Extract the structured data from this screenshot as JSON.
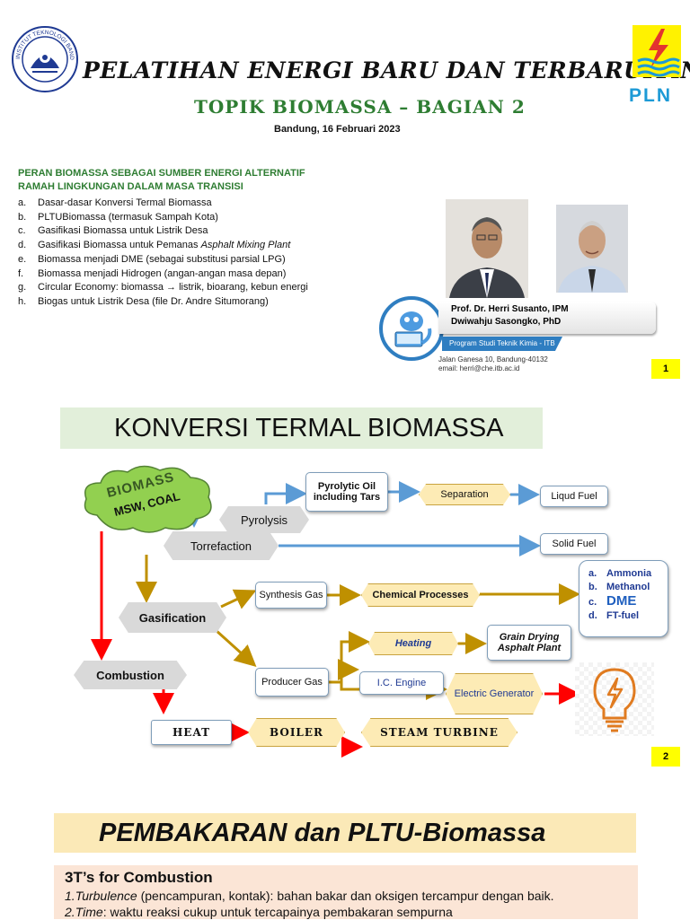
{
  "slide1": {
    "logo_left": {
      "icon": "itb-seal-icon",
      "ring_text": "INSTITUT TEKNOLOGI BANDUNG · 1920"
    },
    "title": "PELATIHAN ENERGI BARU DAN TERBARUKAN",
    "subtitle": "TOPIK BIOMASSA – BAGIAN 2",
    "date": "Bandung, 16 Februari 2023",
    "logo_right": {
      "icon": "pln-logo-icon",
      "text": "PLN"
    },
    "intro_heading": [
      "PERAN BIOMASSA SEBAGAI SUMBER ENERGI ALTERNATIF",
      "RAMAH LINGKUNGAN DALAM MASA TRANSISI"
    ],
    "topics": [
      {
        "letter": "a.",
        "text": "Dasar-dasar Konversi Termal Biomassa"
      },
      {
        "letter": "b.",
        "text": "PLTUBiomassa (termasuk Sampah Kota)"
      },
      {
        "letter": "c.",
        "text": "Gasifikasi Biomassa untuk Listrik Desa"
      },
      {
        "letter": "d.",
        "text": "Gasifikasi Biomassa untuk Pemanas ",
        "italic": "Asphalt Mixing Plant"
      },
      {
        "letter": "e.",
        "text": "Biomassa menjadi DME (sebagai substitusi parsial LPG)"
      },
      {
        "letter": "f.",
        "text": "Biomassa menjadi Hidrogen (angan-angan masa depan)"
      },
      {
        "letter": "g.",
        "text": "Circular Economy: biomassa → listrik, bioarang, kebun energi"
      },
      {
        "letter": "h.",
        "text": "Biogas untuk Listrik Desa (file Dr. Andre Situmorang)"
      }
    ],
    "presenters": [
      "Prof. Dr. Herri Susanto, IPM",
      "Dwiwahju Sasongko, PhD"
    ],
    "program": "Program Studi Teknik Kimia - ITB",
    "address": "Jalan Ganesa 10, Bandung-40132",
    "email": "email: herri@che.itb.ac.id",
    "page": "1"
  },
  "slide2": {
    "title": "KONVERSI TERMAL BIOMASSA",
    "cloud": {
      "line1": "BIOMASS",
      "line2": "MSW, COAL"
    },
    "nodes": {
      "pyrolytic_oil": "Pyrolytic Oil including Tars",
      "separation": "Separation",
      "liquid_fuel": "Liqud Fuel",
      "pyrolysis": "Pyrolysis",
      "torrefaction": "Torrefaction",
      "solid_fuel": "Solid Fuel",
      "synthesis_gas": "Synthesis Gas",
      "chemical_processes": "Chemical Processes",
      "gasification": "Gasification",
      "heating": "Heating",
      "grain_drying": "Grain Drying Asphalt Plant",
      "combustion": "Combustion",
      "producer_gas": "Producer Gas",
      "ic_engine": "I.C. Engine",
      "electric_generator": "Electric Generator",
      "heat": "HEAT",
      "boiler": "BOILER",
      "steam_turbine": "STEAM TURBINE"
    },
    "products": [
      {
        "letter": "a.",
        "text": "Ammonia"
      },
      {
        "letter": "b.",
        "text": "Methanol"
      },
      {
        "letter": "c.",
        "text": "DME"
      },
      {
        "letter": "d.",
        "text": "FT-fuel"
      }
    ],
    "bulb_icon": "lightbulb-icon",
    "colors": {
      "blue_arrow": "#5b9bd5",
      "gold_arrow": "#bf9000",
      "red_arrow": "#ff0000"
    },
    "page": "2"
  },
  "slide3": {
    "title": "PEMBAKARAN dan PLTU-Biomassa",
    "box_heading": "3T’s for Combustion",
    "items": [
      {
        "num": "1.",
        "term": "Turbulence",
        "rest": " (pencampuran, kontak): bahan bakar dan oksigen tercampur dengan baik."
      },
      {
        "num": "2.",
        "term": "Time",
        "rest": ": waktu reaksi cukup untuk tercapainya pembakaran sempurna"
      }
    ]
  }
}
